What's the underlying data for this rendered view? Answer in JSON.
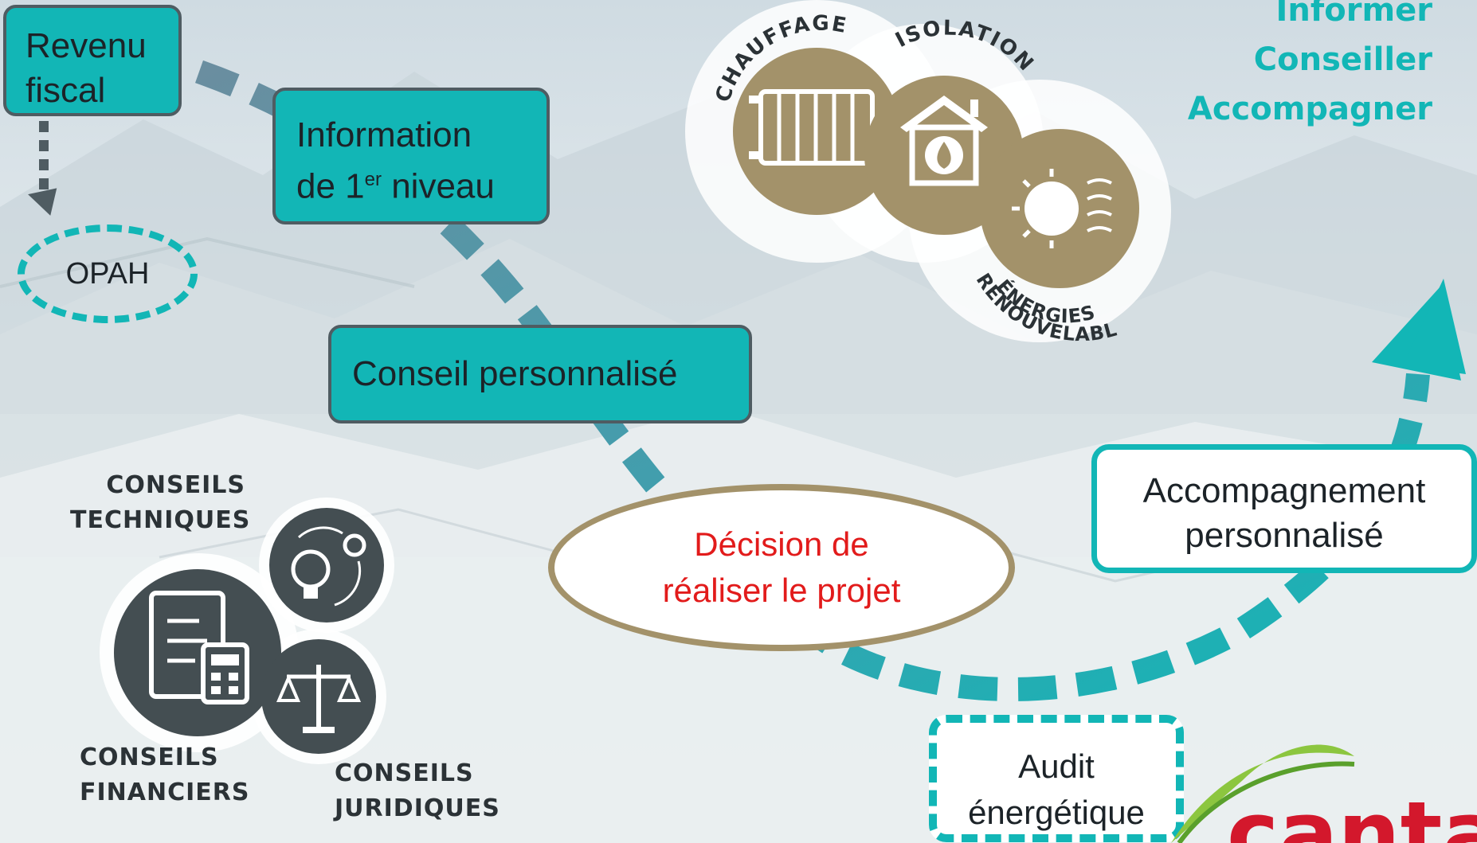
{
  "taglines": [
    "Informer",
    "Conseiller",
    "Accompagner"
  ],
  "steps": {
    "revenu": {
      "line1": "Revenu",
      "line2": "fiscal"
    },
    "opah": "OPAH",
    "info": {
      "line1": "Information",
      "line2a": "de 1",
      "sup": "er",
      "line2b": " niveau"
    },
    "conseil": "Conseil personnalisé",
    "decision": {
      "line1": "Décision de",
      "line2": "réaliser le projet"
    },
    "audit": {
      "line1": "Audit",
      "line2": "énergétique"
    },
    "accompagnement": {
      "line1": "Accompagnement",
      "line2": "personnalisé"
    }
  },
  "themes": {
    "chauffage": "CHAUFFAGE",
    "isolation": "ISOLATION",
    "energies": "ÉNERGIES",
    "renouvelables": "RENOUVELABLES"
  },
  "conseils": {
    "techniques": {
      "line1": "CONSEILS",
      "line2": "TECHNIQUES"
    },
    "financiers": {
      "line1": "CONSEILS",
      "line2": "FINANCIERS"
    },
    "juridiques": {
      "line1": "CONSEILS",
      "line2": "JURIDIQUES"
    }
  },
  "logo_text": "cantal",
  "colors": {
    "teal": "#12b6b6",
    "gold": "#a3926a",
    "dark": "#444e52",
    "red": "#e21b1b",
    "logo_red": "#d3182c"
  }
}
